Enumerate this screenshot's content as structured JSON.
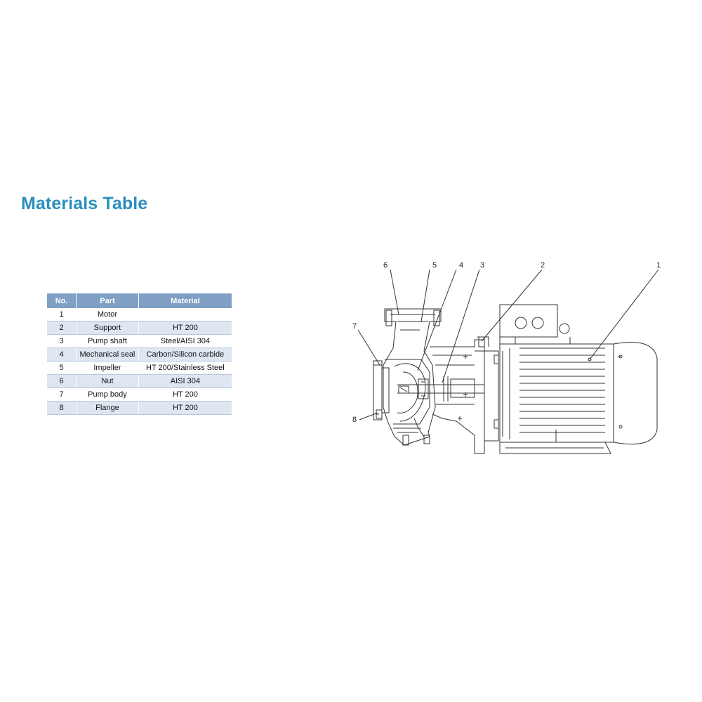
{
  "title": "Materials Table",
  "table": {
    "headers": [
      "No.",
      "Part",
      "Material"
    ],
    "rows": [
      {
        "no": "1",
        "part": "Motor",
        "material": ""
      },
      {
        "no": "2",
        "part": "Support",
        "material": "HT 200"
      },
      {
        "no": "3",
        "part": "Pump shaft",
        "material": "Steel/AISI 304"
      },
      {
        "no": "4",
        "part": "Mechanical seal",
        "material": "Carbon/Silicon carbide"
      },
      {
        "no": "5",
        "part": "Impeller",
        "material": "HT 200/Stainless Steel"
      },
      {
        "no": "6",
        "part": "Nut",
        "material": "AISI 304"
      },
      {
        "no": "7",
        "part": "Pump body",
        "material": "HT 200"
      },
      {
        "no": "8",
        "part": "Flange",
        "material": "HT 200"
      }
    ]
  },
  "diagram": {
    "callouts": [
      "6",
      "5",
      "4",
      "3",
      "2",
      "1",
      "7",
      "8"
    ]
  },
  "colors": {
    "title": "#2a8fbd",
    "header_bg": "#7f9fc4",
    "stripe": "#dde6f1",
    "line": "#333333"
  }
}
